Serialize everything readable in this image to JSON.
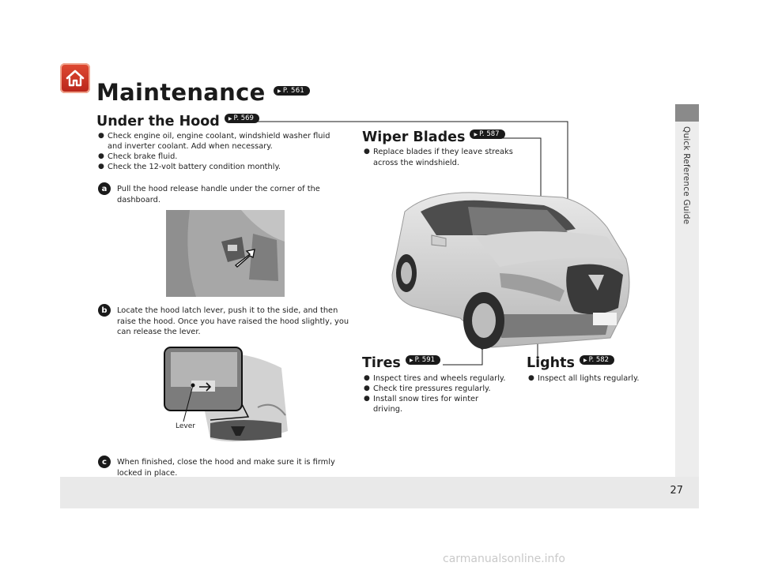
{
  "page": {
    "number": "27",
    "side_tab": "Quick Reference Guide"
  },
  "header": {
    "title": "Maintenance",
    "title_ref": "P. 561"
  },
  "under_hood": {
    "heading": "Under the Hood",
    "ref": "P. 569",
    "bullets": [
      "Check engine oil, engine coolant, windshield washer fluid",
      "and inverter coolant. Add when necessary.",
      "Check brake fluid.",
      "Check the 12-volt battery condition monthly."
    ],
    "steps": [
      {
        "badge": "a",
        "line1": "Pull the hood release handle under the corner of the",
        "line2": "dashboard."
      },
      {
        "badge": "b",
        "line1": "Locate the hood latch lever, push it to the side, and then",
        "line2": "raise the hood. Once you have raised the hood slightly, you",
        "line3": "can release the lever."
      },
      {
        "badge": "c",
        "line1": "When finished, close the hood and make sure it is firmly",
        "line2": "locked in place."
      }
    ],
    "lever_label": "Lever"
  },
  "wiper": {
    "heading": "Wiper Blades",
    "ref": "P. 587",
    "line1": "Replace blades if they leave streaks",
    "line2": "across the windshield."
  },
  "tires": {
    "heading": "Tires",
    "ref": "P. 591",
    "bullets": [
      "Inspect tires and wheels regularly.",
      "Check tire pressures regularly.",
      "Install snow tires for winter"
    ],
    "cont": "driving."
  },
  "lights": {
    "heading": "Lights",
    "ref": "P. 582",
    "bullet": "Inspect all lights regularly."
  },
  "watermark": "carmanualsonline.info",
  "colors": {
    "home_button": "#c8321f",
    "footer_band": "#e9e9e9",
    "text": "#1a1a1a"
  }
}
